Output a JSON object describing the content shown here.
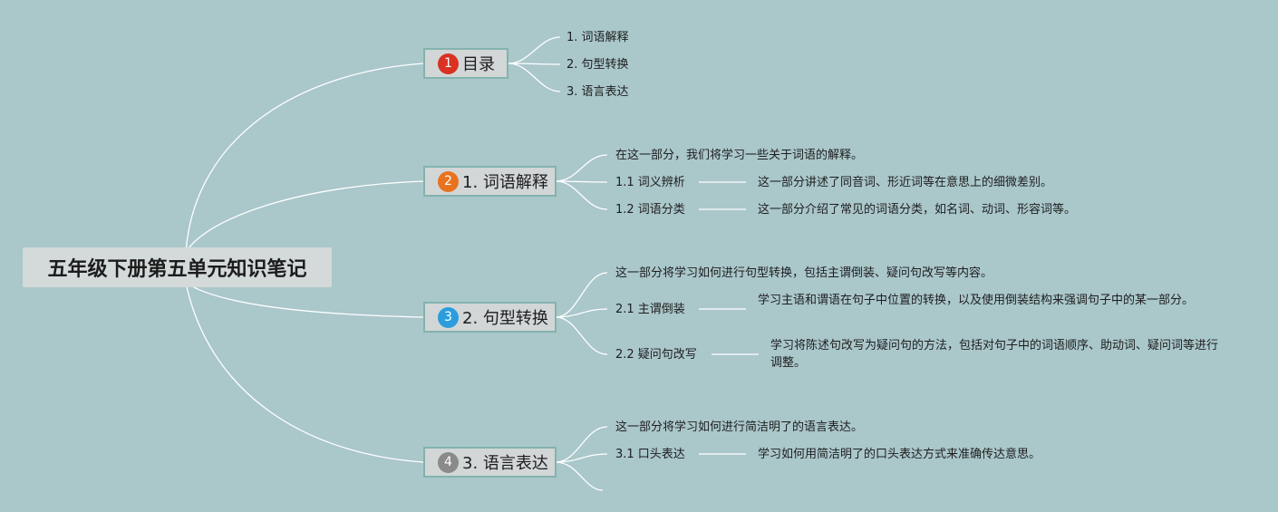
{
  "root": {
    "title": "五年级下册第五单元知识笔记"
  },
  "colors": {
    "background": "#aac7ca",
    "connector": "#ffffff",
    "badge1": "#d93222",
    "badge2": "#e8731f",
    "badge3": "#2b9ddc",
    "badge4": "#8a8a8a"
  },
  "branches": [
    {
      "number": "1",
      "label": "目录",
      "items": [
        "1. 词语解释",
        "2. 句型转换",
        "3. 语言表达"
      ]
    },
    {
      "number": "2",
      "label": "1. 词语解释",
      "intro": "在这一部分，我们将学习一些关于词语的解释。",
      "items": [
        {
          "label": "1.1 词义辨析",
          "desc": "这一部分讲述了同音词、形近词等在意思上的细微差别。"
        },
        {
          "label": "1.2 词语分类",
          "desc": "这一部分介绍了常见的词语分类，如名词、动词、形容词等。"
        }
      ]
    },
    {
      "number": "3",
      "label": "2. 句型转换",
      "intro": "这一部分将学习如何进行句型转换，包括主谓倒装、疑问句改写等内容。",
      "items": [
        {
          "label": "2.1 主谓倒装",
          "desc": "学习主语和谓语在句子中位置的转换，以及使用倒装结构来强调句子中的某一部分。"
        },
        {
          "label": "2.2 疑问句改写",
          "desc": "学习将陈述句改写为疑问句的方法，包括对句子中的词语顺序、助动词、疑问词等进行调整。"
        }
      ]
    },
    {
      "number": "4",
      "label": "3. 语言表达",
      "intro": "这一部分将学习如何进行简洁明了的语言表达。",
      "items": [
        {
          "label": "3.1 口头表达",
          "desc": "学习如何用简洁明了的口头表达方式来准确传达意思。"
        }
      ]
    }
  ]
}
